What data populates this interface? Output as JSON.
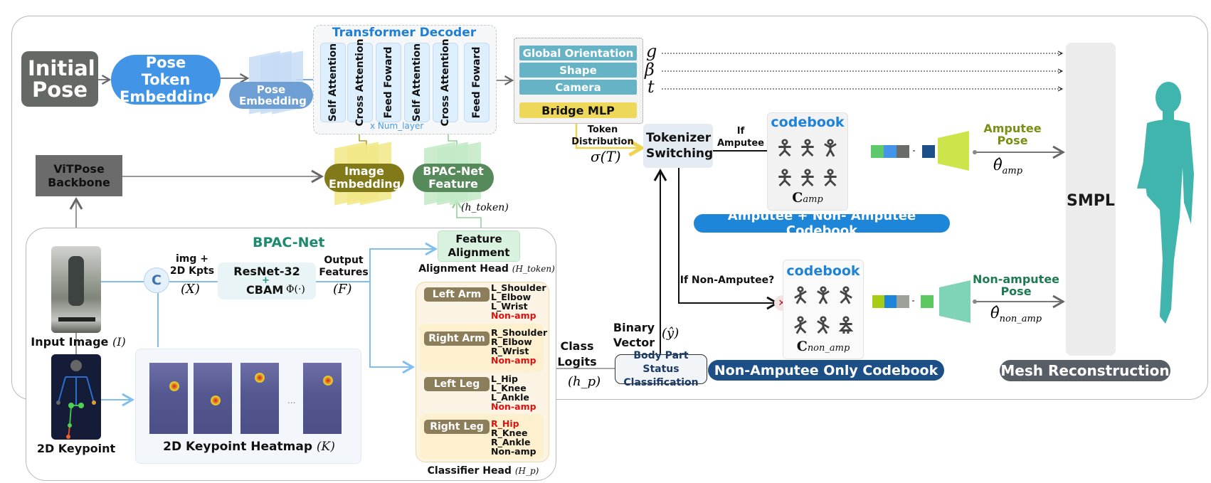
{
  "top_row": {
    "initial_pose": "Initial Pose",
    "pose_token_embedding": "Pose Token Embedding",
    "pose_embedding": "Pose Embedding"
  },
  "transformer_decoder": {
    "title": "Transformer Decoder",
    "layers": [
      "Self Attention",
      "Cross Attention",
      "Feed Foward",
      "Self Attention",
      "Cross Attention",
      "Feed Foward"
    ],
    "repeat_label": "x Num_layer"
  },
  "outputs": {
    "heads": [
      "Global Orientation",
      "Shape",
      "Camera"
    ],
    "bridge": "Bridge MLP",
    "symbols": [
      "g",
      "β",
      "t"
    ]
  },
  "vitpose": "ViTPose Backbone",
  "image_embedding": "Image Embedding",
  "bpac_feature": "BPAC-Net Feature",
  "h_token": "(h_token)",
  "token_distribution": {
    "label": "Token Distribution",
    "symbol": "σ(T)"
  },
  "tokenizer_switching": "Tokenizer Switching",
  "if_amputee": "If Amputee",
  "if_non_amputee": "If Non-Amputee?",
  "codebook_amp": {
    "title": "codebook",
    "symbol": "C",
    "subscript": "amp",
    "pill": "Amputee + Non- Amputee Codebook",
    "chip_colors": [
      "#5fc86a",
      "#4495ea",
      "#6a6c67",
      "#1d4f88"
    ]
  },
  "codebook_non_amp": {
    "title": "codebook",
    "symbol": "C",
    "subscript": "non_amp",
    "pill": "Non-Amputee Only Codebook",
    "chip_colors": [
      "#a6cc13",
      "#1d86d9",
      "#9ea19a",
      "#5dc860"
    ]
  },
  "amputee_pose": {
    "label": "Amputee Pose",
    "symbol": "θ̂",
    "subscript": "amp",
    "color": "#7a8e12"
  },
  "non_amputee_pose": {
    "label": "Non-amputee Pose",
    "symbol": "θ̂",
    "subscript": "non_amp",
    "color": "#1e7a52"
  },
  "smpl": "SMPL",
  "mesh_reconstruction": "Mesh Reconstruction",
  "bpac_net": {
    "title": "BPAC-Net",
    "concat": "C",
    "input_label": "img + 2D Kpts",
    "input_symbol": "(X)",
    "resnet": "ResNet-32",
    "plus": "+",
    "cbam": "CBAM",
    "phi": "Φ(·)",
    "output_label": "Output Features",
    "output_symbol": "(F)",
    "input_image": "Input Image",
    "input_image_symbol": "(I)",
    "keypoint": "2D Keypoint",
    "heatmap": "2D Keypoint Heatmap",
    "heatmap_symbol": "(K)",
    "heatmap_ellipsis": "...",
    "feature_alignment": "Feature Alignment",
    "alignment_head": "Alignment Head",
    "alignment_symbol": "(H_token)",
    "classifier_head": "Classifier Head",
    "classifier_symbol": "(H_p)",
    "parts": [
      {
        "name": "Left Arm",
        "joints": [
          "L_Shoulder",
          "L_Elbow",
          "L_Wrist"
        ],
        "status": "Non-amp",
        "status_red": true,
        "red_joint": -1
      },
      {
        "name": "Right Arm",
        "joints": [
          "R_Shoulder",
          "R_Elbow",
          "R_Wrist"
        ],
        "status": "Non-amp",
        "status_red": true,
        "red_joint": -1
      },
      {
        "name": "Left Leg",
        "joints": [
          "L_Hip",
          "L_Knee",
          "L_Ankle"
        ],
        "status": "Non-amp",
        "status_red": true,
        "red_joint": -1
      },
      {
        "name": "Right Leg",
        "joints": [
          "R_Hip",
          "R_Knee",
          "R_Ankle"
        ],
        "status": "Non-amp",
        "status_red": false,
        "red_joint": 0
      }
    ]
  },
  "class_logits": {
    "label": "Class Logits",
    "symbol": "(h_p)"
  },
  "binary_vector": {
    "label": "Binary Vector",
    "symbol": "(ŷ)"
  },
  "body_part_status": "Body Part Status Classification"
}
